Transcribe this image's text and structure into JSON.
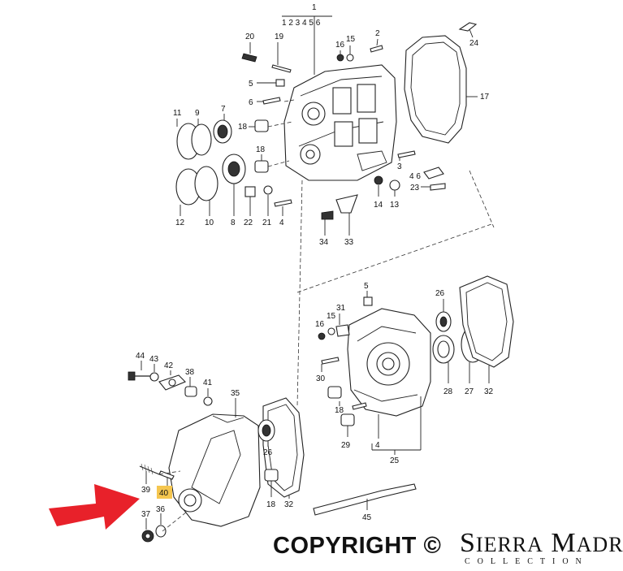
{
  "diagram": {
    "callouts": {
      "top_header": [
        "1",
        "2",
        "3",
        "4",
        "5",
        "6"
      ],
      "p2": "2",
      "p4a": "4",
      "p4b": "4",
      "p5": "5",
      "p6": "6",
      "p7": "7",
      "p8": "8",
      "p9": "9",
      "p10": "10",
      "p11": "11",
      "p12": "12",
      "p13": "13",
      "p14": "14",
      "p15a": "15",
      "p16a": "16",
      "p17": "17",
      "p18a": "18",
      "p18b": "18",
      "p19": "19",
      "p20": "20",
      "p21": "21",
      "p22": "22",
      "p23": "23",
      "p24": "24",
      "p46a": "4 6",
      "p33": "33",
      "p34": "34",
      "p3": "3",
      "p5b": "5",
      "p31": "31",
      "p15b": "15",
      "p16b": "16",
      "p26a": "26",
      "p27": "27",
      "p32a": "32",
      "p28": "28",
      "p30": "30",
      "p18c": "18",
      "p4c": "4",
      "p29": "29",
      "p25": "25",
      "p44": "44",
      "p43": "43",
      "p42": "42",
      "p38": "38",
      "p41": "41",
      "p35": "35",
      "p26b": "26",
      "p39": "39",
      "p40": "40",
      "p37": "37",
      "p36": "36",
      "p18d": "18",
      "p32b": "32",
      "p45": "45"
    },
    "highlighted_part": "40",
    "highlight_color": "#f5c64f",
    "arrow_color": "#e8212a"
  },
  "footer": {
    "copyright": "COPYRIGHT ©",
    "brand_first": "S",
    "brand_rest1": "IERRA",
    "brand_second": "M",
    "brand_rest2": "ADRE",
    "brand_sub": "COLLECTION"
  }
}
